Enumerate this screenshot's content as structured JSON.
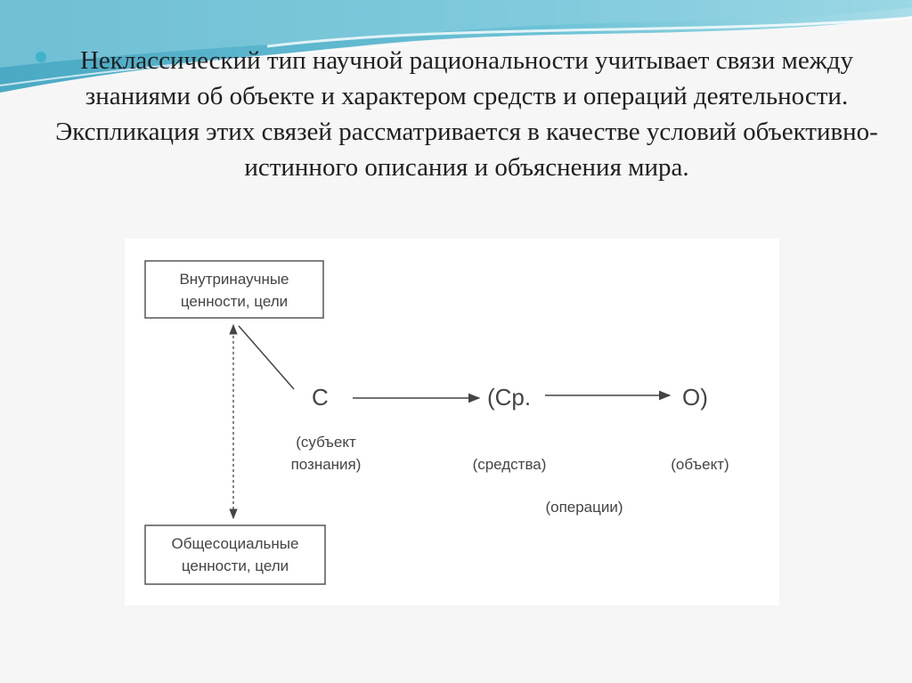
{
  "slide": {
    "paragraph": "Неклассический тип научной рациональности учитывает связи между знаниями об объекте и характером средств и операций деятельности. Экспликация этих связей рассматривается в качестве условий объективно-истинного описания и объяснения мира."
  },
  "diagram": {
    "box_top": [
      "Внутринаучные",
      "ценности, цели"
    ],
    "box_bottom": [
      "Общесоциальные",
      "ценности, цели"
    ],
    "node_subject": "С",
    "node_means": "(Ср.",
    "node_object": "О)",
    "label_subject": [
      "(субъект",
      "познания)"
    ],
    "label_means": "(средства)",
    "label_object": "(объект)",
    "label_operations": "(операции)"
  },
  "colors": {
    "bullet": "#3fb3c8",
    "wave_dark": "#4aa9c4",
    "wave_light": "#a9dde8"
  }
}
